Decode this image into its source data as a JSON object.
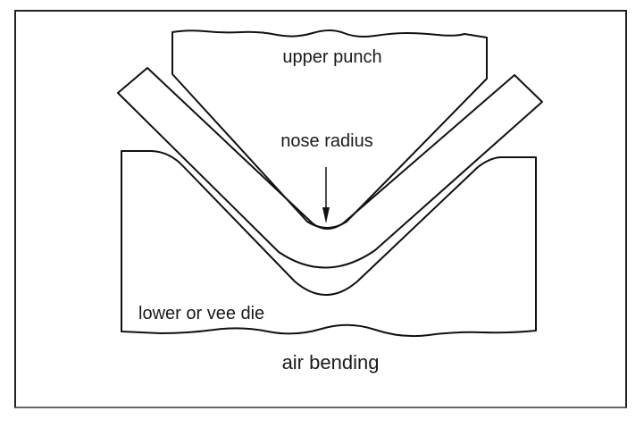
{
  "diagram": {
    "caption": "air bending",
    "labels": {
      "upper_punch": "upper punch",
      "nose_radius": "nose radius",
      "lower_die": "lower or vee die"
    },
    "colors": {
      "stroke": "#111111",
      "background": "#ffffff"
    }
  }
}
